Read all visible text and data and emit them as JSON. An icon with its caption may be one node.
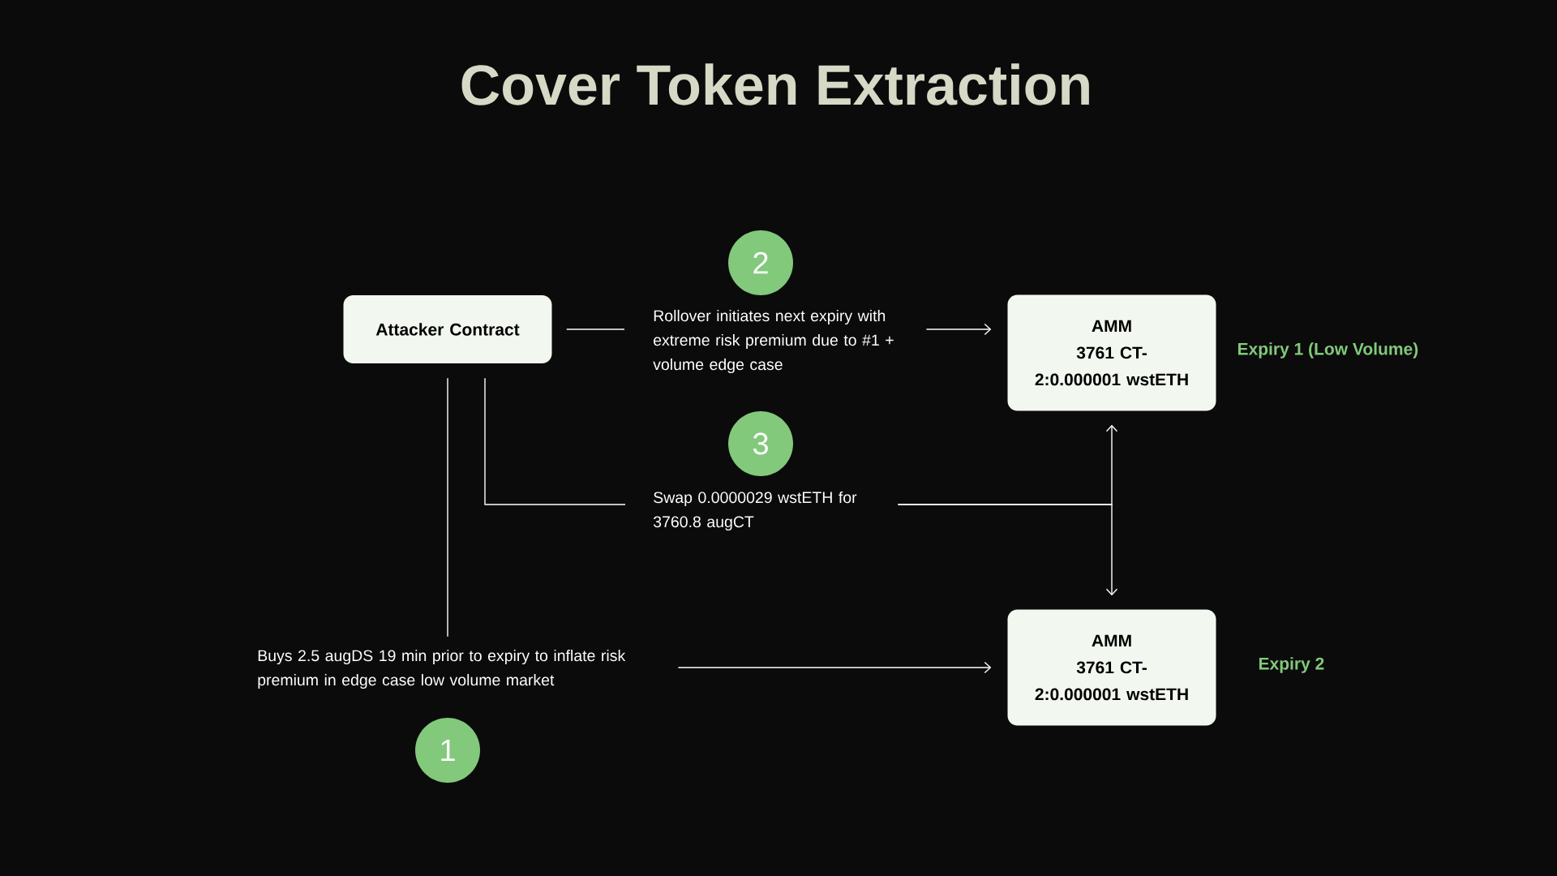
{
  "diagram": {
    "title": "Cover Token Extraction",
    "nodes": [
      {
        "text": [
          "2"
        ]
      },
      {
        "text": [
          "Attacker Contract"
        ]
      },
      {
        "text": [
          "Rollover initiates next expiry with extreme risk premium due to #1 + volume edge case"
        ]
      },
      {
        "text": [
          "AMM",
          "3761 CT-2:0.000001 wstETH"
        ],
        "beside": [
          "Expiry 1 (Low Volume)"
        ]
      },
      {
        "text": [
          "3"
        ]
      },
      {
        "text": [
          "Swap 0.0000029 wstETH for 3760.8 augCT"
        ]
      },
      {
        "text": [
          "AMM",
          "3761 CT-2:0.000001 wstETH"
        ],
        "beside": [
          "Expiry 2"
        ]
      },
      {
        "text": [
          "Buys 2.5 augDS 19 min prior to expiry to inflate risk premium in edge case low volume market"
        ]
      },
      {
        "text": [
          "1"
        ]
      }
    ],
    "edges": [
      {
        "from": 1,
        "to": 2,
        "arrow": "none"
      },
      {
        "from": 2,
        "to": 3,
        "arrow": "to"
      },
      {
        "from": 1,
        "to": 5,
        "arrow": "none"
      },
      {
        "from": 5,
        "to": 3,
        "arrow": "to"
      },
      {
        "from": 5,
        "to": 6,
        "arrow": "to"
      },
      {
        "from": 1,
        "to": 7,
        "arrow": "none"
      },
      {
        "from": 7,
        "to": 6,
        "arrow": "to"
      }
    ]
  }
}
